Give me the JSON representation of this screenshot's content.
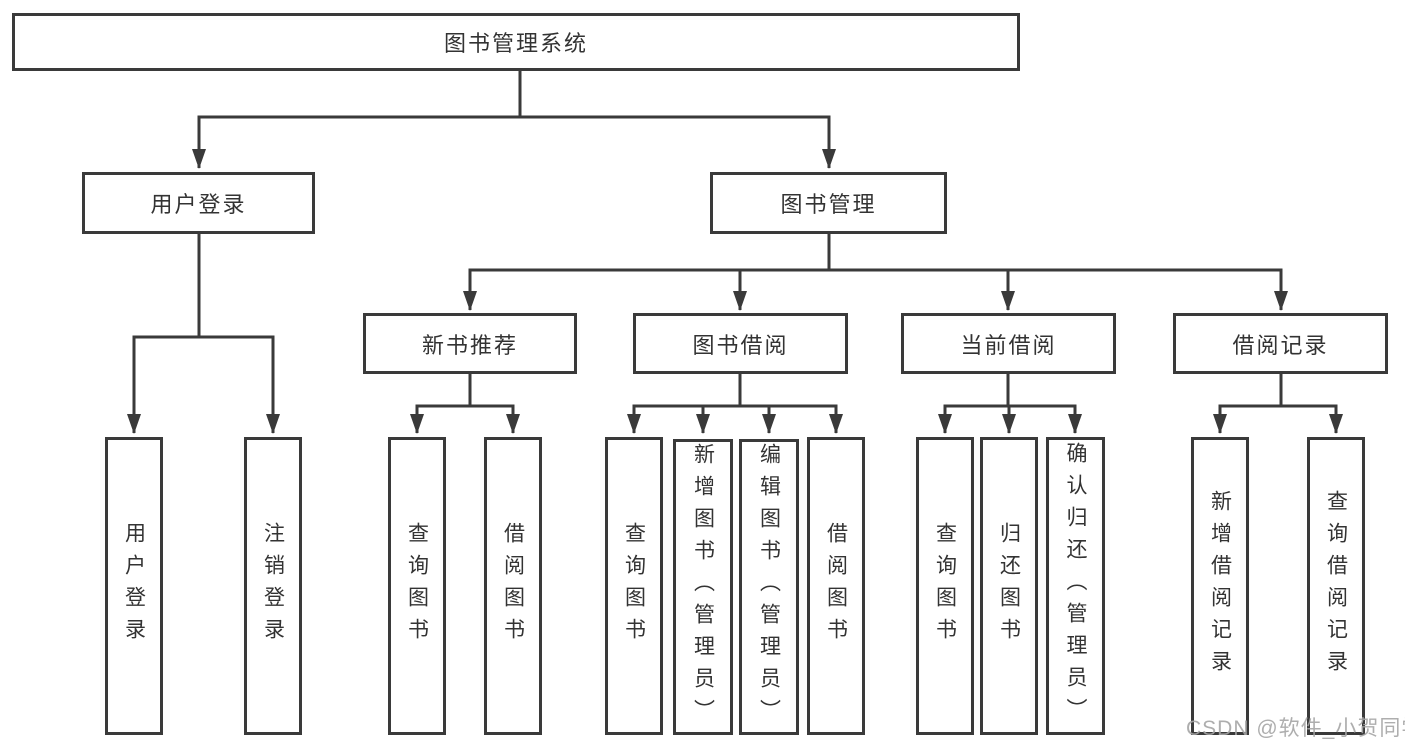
{
  "tree": {
    "label": "图书管理系统",
    "children": [
      {
        "label": "用户登录",
        "children": [
          {
            "label": "用户登录"
          },
          {
            "label": "注销登录"
          }
        ]
      },
      {
        "label": "图书管理",
        "children": [
          {
            "label": "新书推荐",
            "children": [
              {
                "label": "查询图书"
              },
              {
                "label": "借阅图书"
              }
            ]
          },
          {
            "label": "图书借阅",
            "children": [
              {
                "label": "查询图书"
              },
              {
                "label": "新增图书（管理员）"
              },
              {
                "label": "编辑图书（管理员）"
              },
              {
                "label": "借阅图书"
              }
            ]
          },
          {
            "label": "当前借阅",
            "children": [
              {
                "label": "查询图书"
              },
              {
                "label": "归还图书"
              },
              {
                "label": "确认归还（管理员）"
              }
            ]
          },
          {
            "label": "借阅记录",
            "children": [
              {
                "label": "新增借阅记录"
              },
              {
                "label": "查询借阅记录"
              }
            ]
          }
        ]
      }
    ]
  },
  "watermark": {
    "text": "CSDN @软件_小贺同学"
  },
  "colors": {
    "line": "#3a3a3a",
    "box_border": "#3a3a3a",
    "text": "#333333",
    "background": "#ffffff",
    "watermark": "#a5a5a5"
  }
}
